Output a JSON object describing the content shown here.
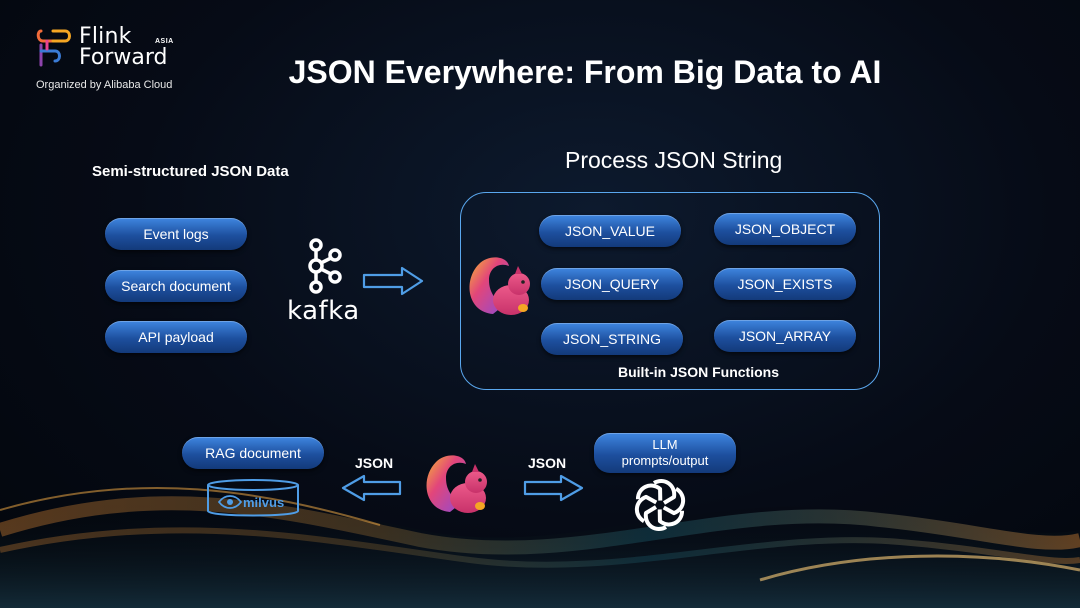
{
  "logo": {
    "line1": "Flink",
    "line2": "Forward",
    "region": "ASIA",
    "organizer": "Organized by Alibaba Cloud"
  },
  "title": "JSON Everywhere: From Big Data to AI",
  "left": {
    "heading": "Semi-structured JSON Data",
    "items": [
      "Event logs",
      "Search document",
      "API payload"
    ]
  },
  "kafka": {
    "label": "kafka"
  },
  "process": {
    "heading": "Process JSON String",
    "functions_left": [
      "JSON_VALUE",
      "JSON_QUERY",
      "JSON_STRING"
    ],
    "functions_right": [
      "JSON_OBJECT",
      "JSON_EXISTS",
      "JSON_ARRAY"
    ],
    "caption": "Built-in JSON Functions"
  },
  "bottom": {
    "rag_label": "RAG document",
    "milvus_label": "milvus",
    "json_left": "JSON",
    "json_right": "JSON",
    "llm_label_line1": "LLM",
    "llm_label_line2": "prompts/output"
  },
  "colors": {
    "pill_blue": "#2a66c0",
    "panel_border": "#5aa7ee",
    "arrow": "#4f9de6",
    "squirrel_pink": "#e2467a",
    "squirrel_purple": "#8a4bd8"
  }
}
